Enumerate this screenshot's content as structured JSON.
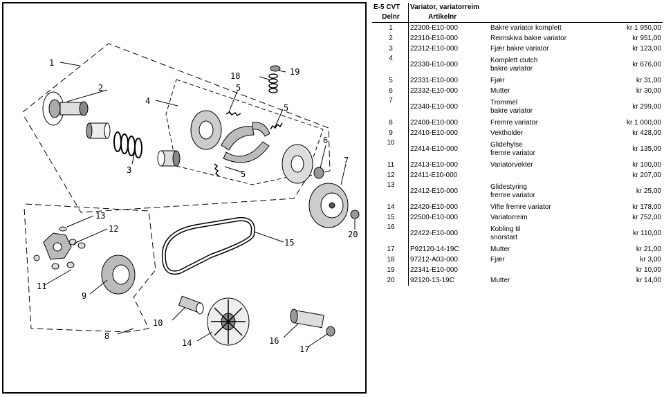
{
  "header": {
    "model": "E-5 CVT",
    "section_title": "Variator, variatorreim",
    "col_nr": "Delnr",
    "col_article": "Artikelnr"
  },
  "parts": [
    {
      "nr": "1",
      "article": "22300-E10-000",
      "desc": [
        "Bakre variator komplett"
      ],
      "price": "kr 1 950,00"
    },
    {
      "nr": "2",
      "article": "22310-E10-000",
      "desc": [
        "Reimskiva bakre variator"
      ],
      "price": "kr 951,00"
    },
    {
      "nr": "3",
      "article": "22312-E10-000",
      "desc": [
        "Fjær bakre variator"
      ],
      "price": "kr 123,00"
    },
    {
      "nr": "4",
      "article": "22330-E10-000",
      "desc": [
        "Komplett clutch",
        "bakre variator"
      ],
      "price": "kr 676,00"
    },
    {
      "nr": "5",
      "article": "22331-E10-000",
      "desc": [
        "Fjær"
      ],
      "price": "kr 31,00"
    },
    {
      "nr": "6",
      "article": "22332-E10-000",
      "desc": [
        "Mutter"
      ],
      "price": "kr 30,00"
    },
    {
      "nr": "7",
      "article": "22340-E10-000",
      "desc": [
        "Trommel",
        "bakre variator"
      ],
      "price": "kr 299,00"
    },
    {
      "nr": "8",
      "article": "22400-E10-000",
      "desc": [
        "Fremre variator"
      ],
      "price": "kr 1 000,00"
    },
    {
      "nr": "9",
      "article": "22410-E10-000",
      "desc": [
        "Vektholder"
      ],
      "price": "kr 428,00"
    },
    {
      "nr": "10",
      "article": "22414-E10-000",
      "desc": [
        "Glidehylse",
        "fremre variator"
      ],
      "price": "kr 135,00"
    },
    {
      "nr": "11",
      "article": "22413-E10-000",
      "desc": [
        "Variatorvekter"
      ],
      "price": "kr 100,00"
    },
    {
      "nr": "12",
      "article": "22411-E10-000",
      "desc": [],
      "price": "kr 207,00"
    },
    {
      "nr": "13",
      "article": "22412-E10-000",
      "desc": [
        "Glidestyring",
        "fremre variator"
      ],
      "price": "kr 25,00"
    },
    {
      "nr": "14",
      "article": "22420-E10-000",
      "desc": [
        "Vifte fremre variator"
      ],
      "price": "kr 178,00"
    },
    {
      "nr": "15",
      "article": "22500-E10-000",
      "desc": [
        "Variatorreim"
      ],
      "price": "kr 752,00"
    },
    {
      "nr": "16",
      "article": "22422-E10-000",
      "desc": [
        "Kobling til",
        "snorstart"
      ],
      "price": "kr 110,00"
    },
    {
      "nr": "17",
      "article": "P92120-14-19C",
      "desc": [
        "Mutter"
      ],
      "price": "kr 21,00"
    },
    {
      "nr": "18",
      "article": "97212-A03-000",
      "desc": [
        "Fjær"
      ],
      "price": "kr 3,00"
    },
    {
      "nr": "19",
      "article": "22341-E10-000",
      "desc": [],
      "price": "kr 10,00"
    },
    {
      "nr": "20",
      "article": "92120-13-19C",
      "desc": [
        "Mutter"
      ],
      "price": "kr 14,00"
    }
  ],
  "diagram_callouts": [
    "1",
    "2",
    "3",
    "4",
    "5",
    "5",
    "6",
    "7",
    "18",
    "19",
    "3",
    "5",
    "13",
    "12",
    "11",
    "9",
    "15",
    "20",
    "10",
    "14",
    "8",
    "16",
    "17"
  ]
}
